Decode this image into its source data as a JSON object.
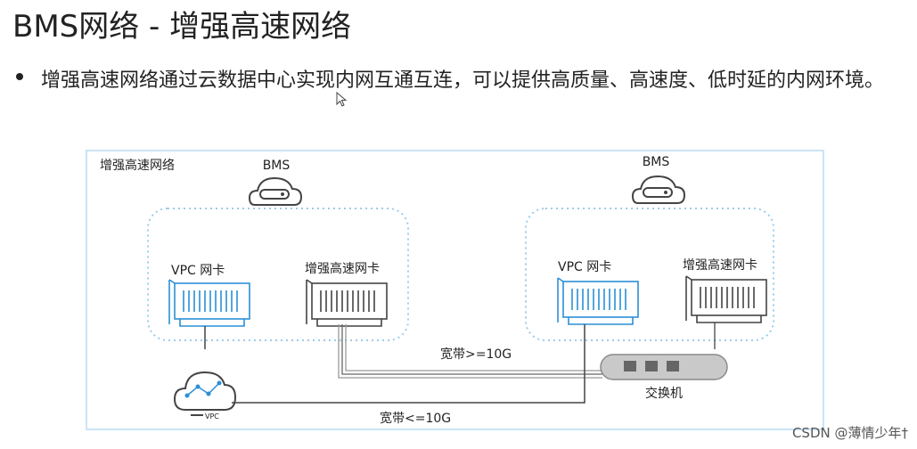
{
  "slide": {
    "title": "BMS网络 - 增强高速网络",
    "bullet": "增强高速网络通过云数据中心实现内网互通互连，可以提供高质量、高速度、低时延的内网环境。"
  },
  "diagram": {
    "region_label": "增强高速网络",
    "bms_left_label": "BMS",
    "bms_right_label": "BMS",
    "vpc_nic_left_label": "VPC 网卡",
    "enh_nic_left_label": "增强高速网卡",
    "vpc_nic_right_label": "VPC 网卡",
    "enh_nic_right_label": "增强高速网卡",
    "bandwidth_high_label": "宽带>=10G",
    "switch_label": "交换机",
    "bandwidth_low_label": "宽带<=10G",
    "vpc_badge": "VPC",
    "colors": {
      "vpc_blue": "#2b8fd6",
      "dark": "#444444",
      "border": "#b8dcf2",
      "dotted": "#9ccce9"
    }
  },
  "watermark": "CSDN @薄情少年†"
}
